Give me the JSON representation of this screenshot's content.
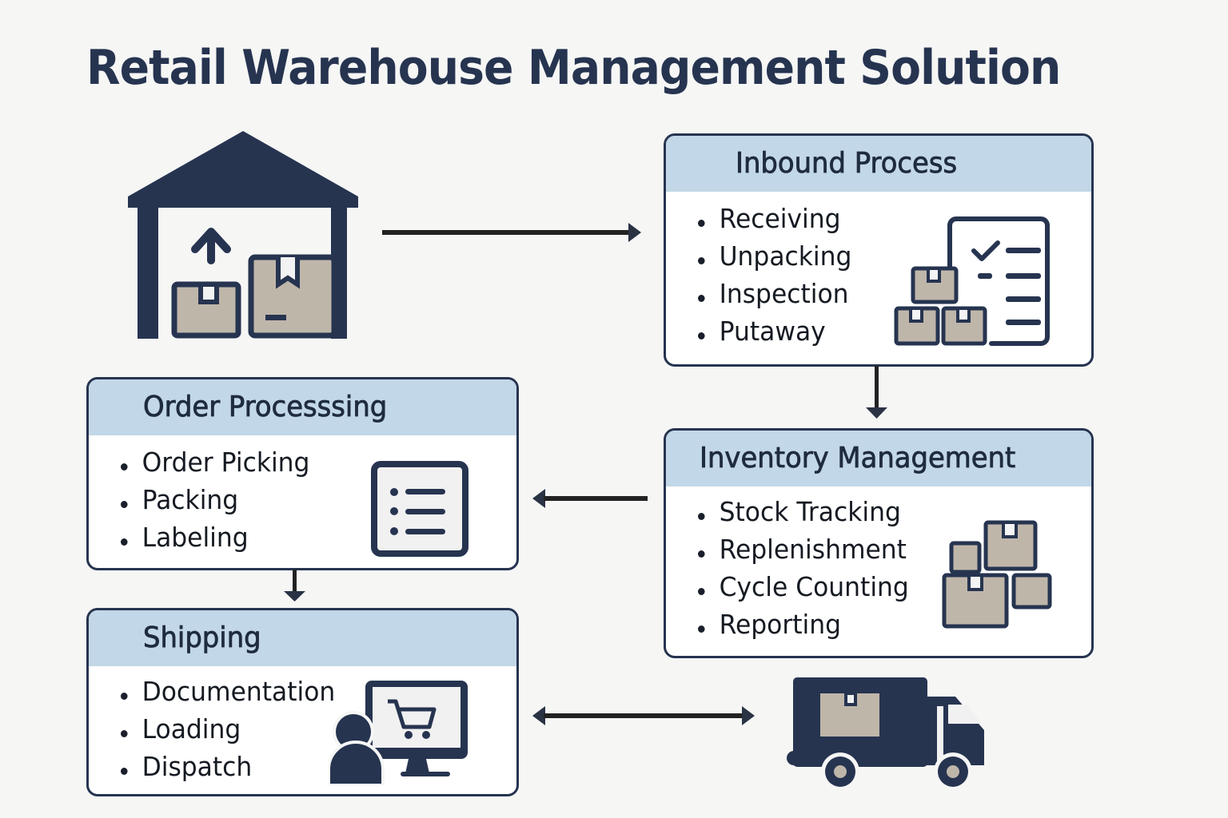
{
  "title": "Retail Warehouse Management Solution",
  "colors": {
    "navy": "#263450",
    "header_fill": "#c2d7e7",
    "box_fill": "#bfb6aa",
    "background": "#f6f6f5"
  },
  "sections": {
    "inbound": {
      "title": "Inbound Process",
      "items": [
        "Receiving",
        "Unpacking",
        "Inspection",
        "Putaway"
      ],
      "icon": "checklist-boxes-icon"
    },
    "inventory": {
      "title": "Inventory Management",
      "items": [
        "Stock Tracking",
        "Replenishment",
        "Cycle Counting",
        "Reporting"
      ],
      "icon": "stacked-boxes-icon"
    },
    "order": {
      "title": "Order Processsing",
      "items": [
        "Order Picking",
        "Packing",
        "Labeling"
      ],
      "icon": "list-icon"
    },
    "shipping": {
      "title": "Shipping",
      "items": [
        "Documentation",
        "Loading",
        "Dispatch"
      ],
      "icon": "user-computer-cart-icon"
    }
  },
  "decorative_icons": [
    "warehouse-icon",
    "delivery-truck-icon"
  ],
  "flow": [
    {
      "from": "warehouse",
      "to": "inbound",
      "type": "arrow-right"
    },
    {
      "from": "inbound",
      "to": "inventory",
      "type": "arrow-down"
    },
    {
      "from": "inventory",
      "to": "order",
      "type": "arrow-left"
    },
    {
      "from": "order",
      "to": "shipping",
      "type": "arrow-down"
    },
    {
      "from": "shipping",
      "to": "truck",
      "type": "arrow-both"
    }
  ]
}
